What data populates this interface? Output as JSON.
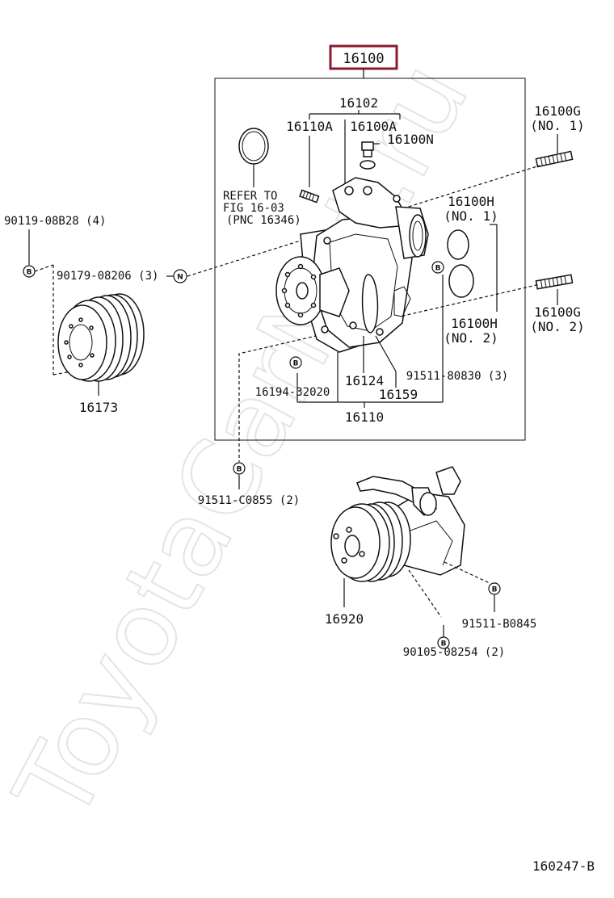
{
  "watermark": "ToyotaCarNet.ru",
  "figure_code": "160247-B",
  "highlight_color": "#8b1a2e",
  "main_part": "16100",
  "labels": {
    "p16102": "16102",
    "p16110A": "16110A",
    "p16100A": "16100A",
    "p16100N": "16100N",
    "refer1": "REFER TO",
    "refer2": "FIG 16-03",
    "refer3": "(PNC 16346)",
    "p16100G": "16100G",
    "no1_g": "(NO. 1)",
    "p16100H_1": "16100H",
    "no1_h": "(NO. 1)",
    "b9011908828": "90119-08B28 (4)",
    "b9017908206": "90179-08206 (3)",
    "p16100G_2": "16100G",
    "no2_g": "(NO. 2)",
    "p16100H_2": "16100H",
    "no2_h": "(NO. 2)",
    "b9151180830": "91511-80830 (3)",
    "p16124": "16124",
    "p16159": "16159",
    "p1619432020": "16194-32020",
    "p16110": "16110",
    "p16173": "16173",
    "b91511C0855": "91511-C0855 (2)",
    "p16920": "16920",
    "b91511B0845": "91511-B0845",
    "b9010508254": "90105-08254 (2)"
  },
  "bolt_markers": {
    "b": "B",
    "n": "N"
  }
}
